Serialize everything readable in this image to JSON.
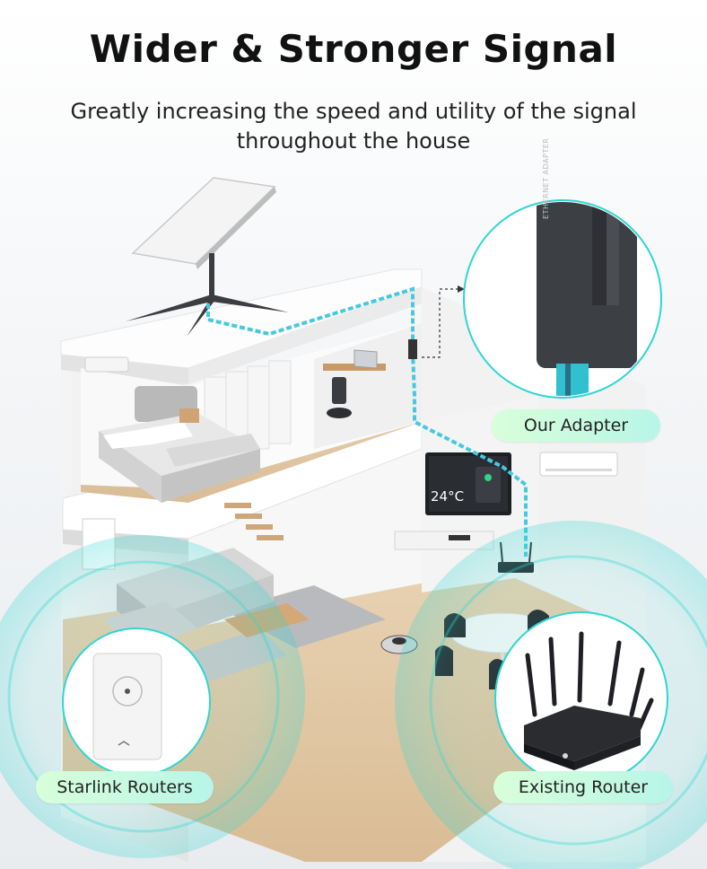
{
  "header": {
    "title": "Wider & Stronger Signal",
    "subtitle_line1": "Greatly increasing the speed and utility of the signal",
    "subtitle_line2": "throughout the house"
  },
  "labels": {
    "adapter": "Our Adapter",
    "starlink": "Starlink Routers",
    "existing": "Existing Router"
  },
  "tv": {
    "temperature": "24°C"
  },
  "adapter_device": {
    "text": "ETHERNET ADAPTER"
  },
  "colors": {
    "signal": "#2fd6d2",
    "cable": "#46c9e0",
    "device_dark": "#3a3d42",
    "pill_start": "#d8ffd9",
    "pill_end": "#b8f5e8"
  }
}
